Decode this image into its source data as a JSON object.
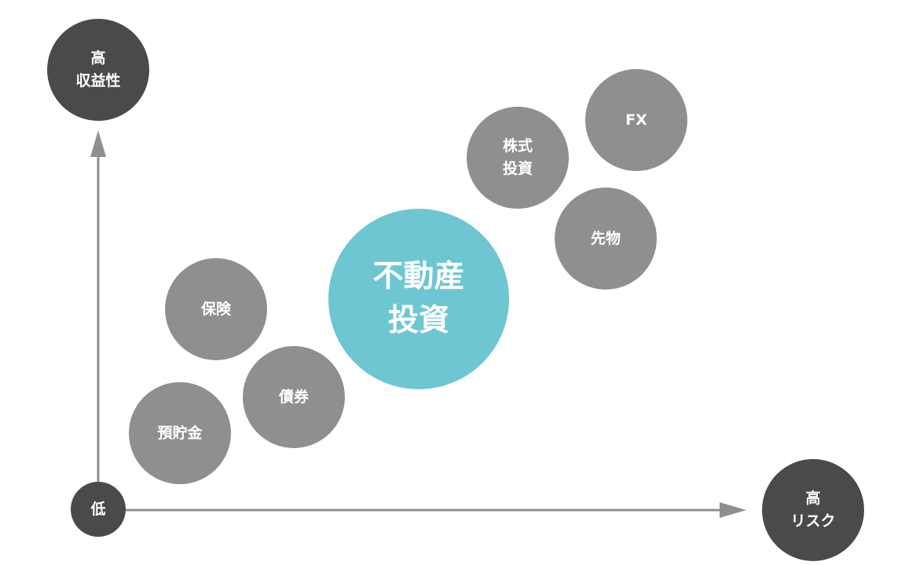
{
  "axes": {
    "y_high_label": [
      "高",
      "収益性"
    ],
    "x_high_label": [
      "高",
      "リスク"
    ],
    "origin_label": "低"
  },
  "items": [
    {
      "id": "fx",
      "lines": [
        "FX"
      ]
    },
    {
      "id": "stocks",
      "lines": [
        "株式",
        "投資"
      ]
    },
    {
      "id": "futures",
      "lines": [
        "先物"
      ]
    },
    {
      "id": "real-estate",
      "lines": [
        "不動産",
        "投資"
      ],
      "highlight": true
    },
    {
      "id": "insurance",
      "lines": [
        "保険"
      ]
    },
    {
      "id": "bonds",
      "lines": [
        "債券"
      ]
    },
    {
      "id": "savings",
      "lines": [
        "預貯金"
      ]
    }
  ],
  "colors": {
    "axis": "#8f8f8f",
    "anchor": "#4a4a4a",
    "item": "#8f8f8f",
    "highlight": "#6ec6d2"
  }
}
